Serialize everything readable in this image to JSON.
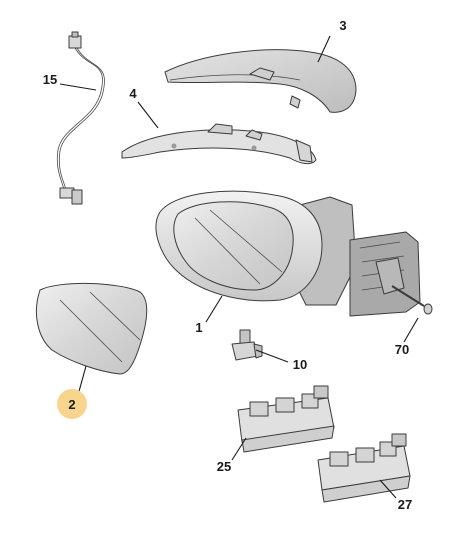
{
  "callouts": [
    {
      "id": "c1",
      "text": "1"
    },
    {
      "id": "c2",
      "text": "2",
      "highlight": true
    },
    {
      "id": "c3",
      "text": "3"
    },
    {
      "id": "c4",
      "text": "4"
    },
    {
      "id": "c10",
      "text": "10"
    },
    {
      "id": "c15",
      "text": "15"
    },
    {
      "id": "c25",
      "text": "25"
    },
    {
      "id": "c27",
      "text": "27"
    },
    {
      "id": "c70",
      "text": "70"
    }
  ],
  "colors": {
    "highlight": "#f7d58c",
    "part_fill": "#e6e6e6",
    "part_shade": "#c9c9c9",
    "glass": "#d9d9d9"
  }
}
